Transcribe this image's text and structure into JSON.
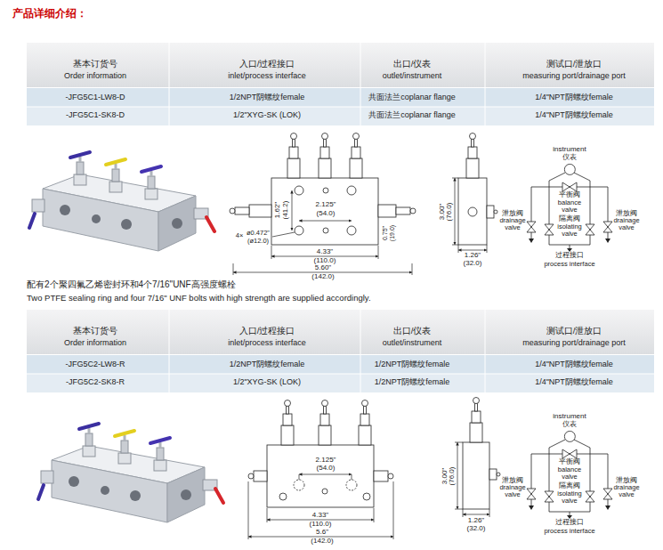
{
  "diagram": {
    "title": "产品详细介绍：",
    "nodes": [
      {
        "text": [
          "instrument",
          "仪表"
        ]
      },
      {
        "text": [
          "instrument",
          "仪表"
        ]
      }
    ],
    "labels": [
      "基本订货号",
      "Order information",
      "入口/过程接口",
      "inlet/process interface",
      "出口/仪表",
      "outlet/instrument",
      "测试口/泄放口",
      "measuring port/drainage port",
      "-JFG5C1-LW8-D",
      "1/2NPT阴螺纹female",
      "共面法兰coplanar flange",
      "1/4\"NPT阴螺纹female",
      "-JFG5C1-SK8-D",
      "1/2\"XYG-SK (LOK)",
      "共面法兰coplanar flange",
      "1/4\"NPT阴螺纹female",
      "1.62\"",
      "(41.2)",
      "2.125\"",
      "(54.0)",
      "4.33\"",
      "(110.0)",
      "5.60\"",
      "(142.0)",
      "4×",
      "ø0.472\"",
      "(ø12.0)",
      "0.75\"",
      "(19.0)",
      "3.00\"",
      "(76.0)",
      "1.26\"",
      "(32.0)",
      "平衡阀",
      "balance valve",
      "泄放阀",
      "drainage valve",
      "隔离阀",
      "isolating valve",
      "泄放阀",
      "drainage valve",
      "过程接口",
      "process interface",
      "配有2个聚四氟乙烯密封环和4个7/16\"UNF高强度螺栓",
      "Two PTFE sealing ring and four 7/16\" UNF bolts with high strength are supplied accordingly.",
      "基本订货号",
      "Order information",
      "入口/过程接口",
      "inlet/process interface",
      "出口/仪表",
      "outlet/instrument",
      "测试口/泄放口",
      "measuring port/drainage port",
      "-JFG5C2-LW8-R",
      "1/2NPT阴螺纹female",
      "1/2NPT阴螺纹female",
      "1/4\"NPT阴螺纹female",
      "-JFG5C2-SK8-R",
      "1/2\"XYG-SK (LOK)",
      "1/2NPT阴螺纹female",
      "1/4\"NPT阴螺纹female",
      "2.125\"",
      "(54.0)",
      "4.33\"",
      "(110.0)",
      "5.6\"",
      "(142.0)",
      "3.00\"",
      "(76.0)",
      "1.26\"",
      "(32.0)",
      "平衡阀",
      "balance valve",
      "泄放阀",
      "drainage valve",
      "隔离阀",
      "isolating valve",
      "泄放阀",
      "drainage valve",
      "过程接口",
      "process interface"
    ]
  }
}
